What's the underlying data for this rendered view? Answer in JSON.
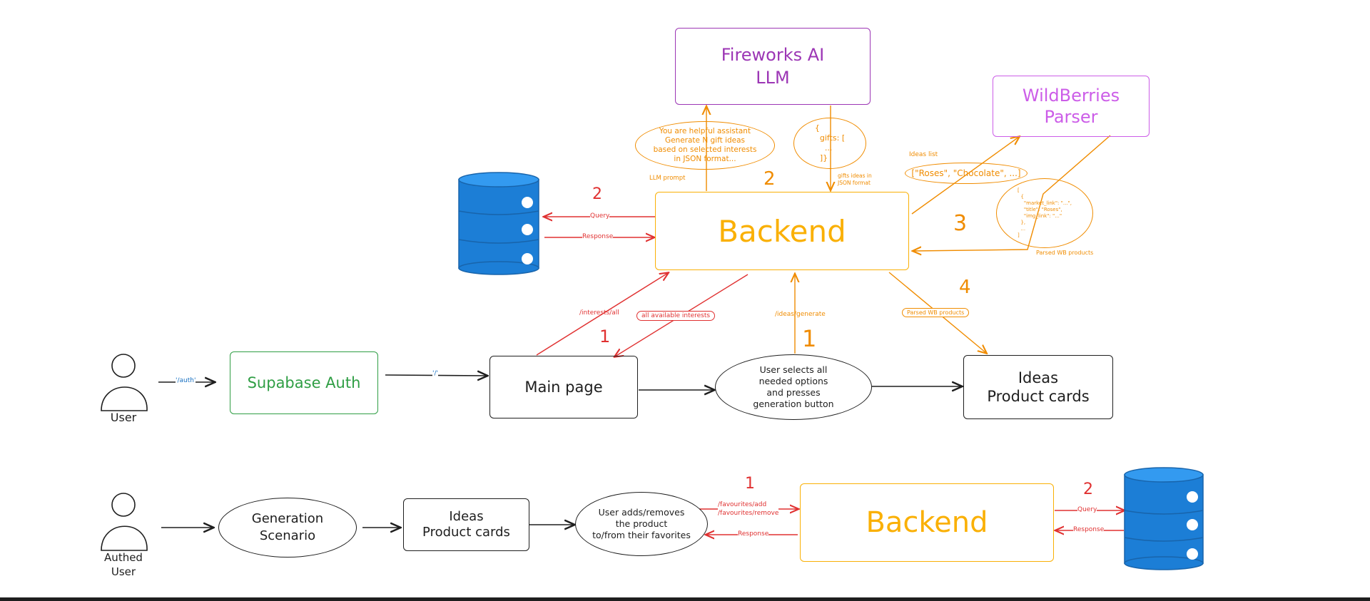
{
  "colors": {
    "ink": "#1e1e1e",
    "red": "#e03131",
    "orange": "#f08c00",
    "yellow": "#fab005",
    "purple": "#9c36b5",
    "pink": "#cc5de8",
    "green": "#2f9e44",
    "blue": "#1971c2",
    "db": "#228be6"
  },
  "nodes": {
    "fireworks": "Fireworks AI\nLLM",
    "wildberries": "WildBerries\nParser",
    "backend_top": "Backend",
    "backend_bottom": "Backend",
    "supabase": "Supabase Auth",
    "main_page": "Main page",
    "user_selects": "User selects all\nneeded options\nand presses\ngeneration button",
    "ideas_top": "Ideas\nProduct cards",
    "generation": "Generation\nScenario",
    "ideas_bottom": "Ideas\nProduct cards",
    "user_adds": "User adds/removes\nthe product\nto/from their favorites",
    "prompt_bubble": "You are helpful assistant\nGenerate N gift ideas\nbased on selected interests\nin JSON format...",
    "gifts_bubble": "{\n  gifts: [\n    ...\n  ]}",
    "ideas_list_bubble": "[\"Roses\", \"Chocolate\", ...]",
    "parsed_bubble": "[\n  {\n    \"market_link\": \"...\",\n    \"title\": \"Roses\",\n    \"img_link\": \"...\"\n  },\n  ...\n]"
  },
  "actors": {
    "user": "User",
    "authed_user": "Authed\nUser"
  },
  "labels": {
    "auth_route": "'/auth'",
    "root_route": "'/'",
    "query_top": "Query",
    "response_top": "Response",
    "interests_all": "/interests/all",
    "all_available_interests": "all available interests",
    "ideas_generate": "/ideas/generate",
    "parsed_wb_top": "Parsed WB products",
    "llm_prompt": "LLM prompt",
    "gifts_json": "gifts ideas in\nJSON format",
    "ideas_list": "Ideas list",
    "parsed_wb_right": "Parsed WB products",
    "favourites_routes": "/favourites/add\n/favourites/remove",
    "response_bottom": "Response",
    "query_bottom": "Query",
    "response_bottom_db": "Response"
  },
  "steps": {
    "step1_a": "1",
    "step1_b": "1",
    "step2_a": "2",
    "step2_b": "2",
    "step3": "3",
    "step4": "4",
    "step1_bottom": "1",
    "step2_bottom": "2"
  }
}
